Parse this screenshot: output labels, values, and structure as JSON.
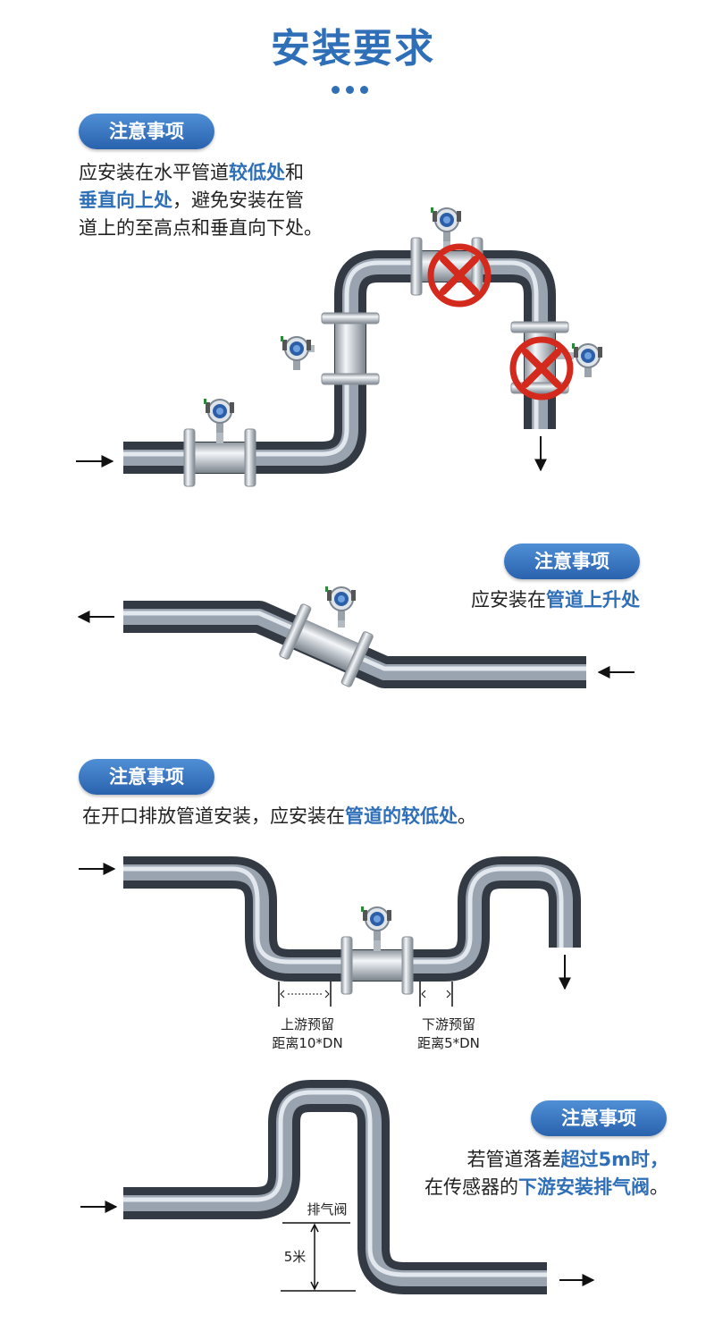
{
  "header": {
    "title": "安装要求"
  },
  "sections": [
    {
      "badge": "注意事项",
      "lines": [
        {
          "pre": "应安装在水平管道",
          "hl": "较低处",
          "post": "和"
        },
        {
          "pre": "",
          "hl": "垂直向上处",
          "post": "，避免安装在管"
        },
        {
          "pre": "道上的至高点和垂直向下处。",
          "hl": "",
          "post": ""
        }
      ]
    },
    {
      "badge": "注意事项",
      "lines": [
        {
          "pre": "应安装在",
          "hl": "管道上升处",
          "post": ""
        }
      ]
    },
    {
      "badge": "注意事项",
      "lines": [
        {
          "pre": "在开口排放管道安装，应安装在",
          "hl": "管道的较低处",
          "post": "。"
        }
      ],
      "labels": {
        "upstream_1": "上游预留",
        "upstream_2": "距离10*DN",
        "downstream_1": "下游预留",
        "downstream_2": "距离5*DN"
      }
    },
    {
      "badge": "注意事项",
      "lines": [
        {
          "pre": "若管道落差",
          "hl": "超过5m时，",
          "post": ""
        },
        {
          "pre": "在传感器的",
          "hl": "下游安装排气阀",
          "post": "。"
        }
      ],
      "labels": {
        "valve": "排气阀",
        "height": "5米"
      }
    }
  ],
  "colors": {
    "accent": "#2f6fb8",
    "pipe": "#4a5563",
    "cross": "#d42a1e"
  }
}
